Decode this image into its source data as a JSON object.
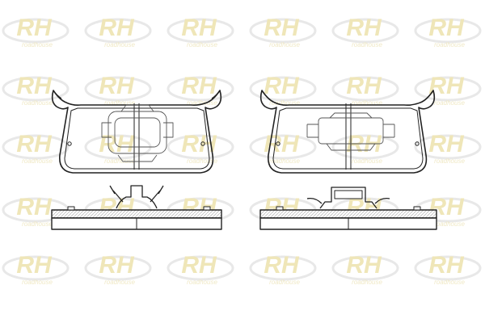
{
  "watermark": {
    "logo_text": "RH",
    "brand_text": "roadhouse",
    "logo_color": "#efe6b8",
    "brand_color": "#f0e9c6",
    "swoosh_color": "#e8e8e8"
  },
  "drawing": {
    "line_color": "#222222",
    "hatch_color": "#bdbdbd",
    "views": [
      {
        "name": "left-pad-front-view"
      },
      {
        "name": "right-pad-front-view"
      },
      {
        "name": "left-pad-side-view"
      },
      {
        "name": "right-pad-side-view"
      }
    ]
  }
}
